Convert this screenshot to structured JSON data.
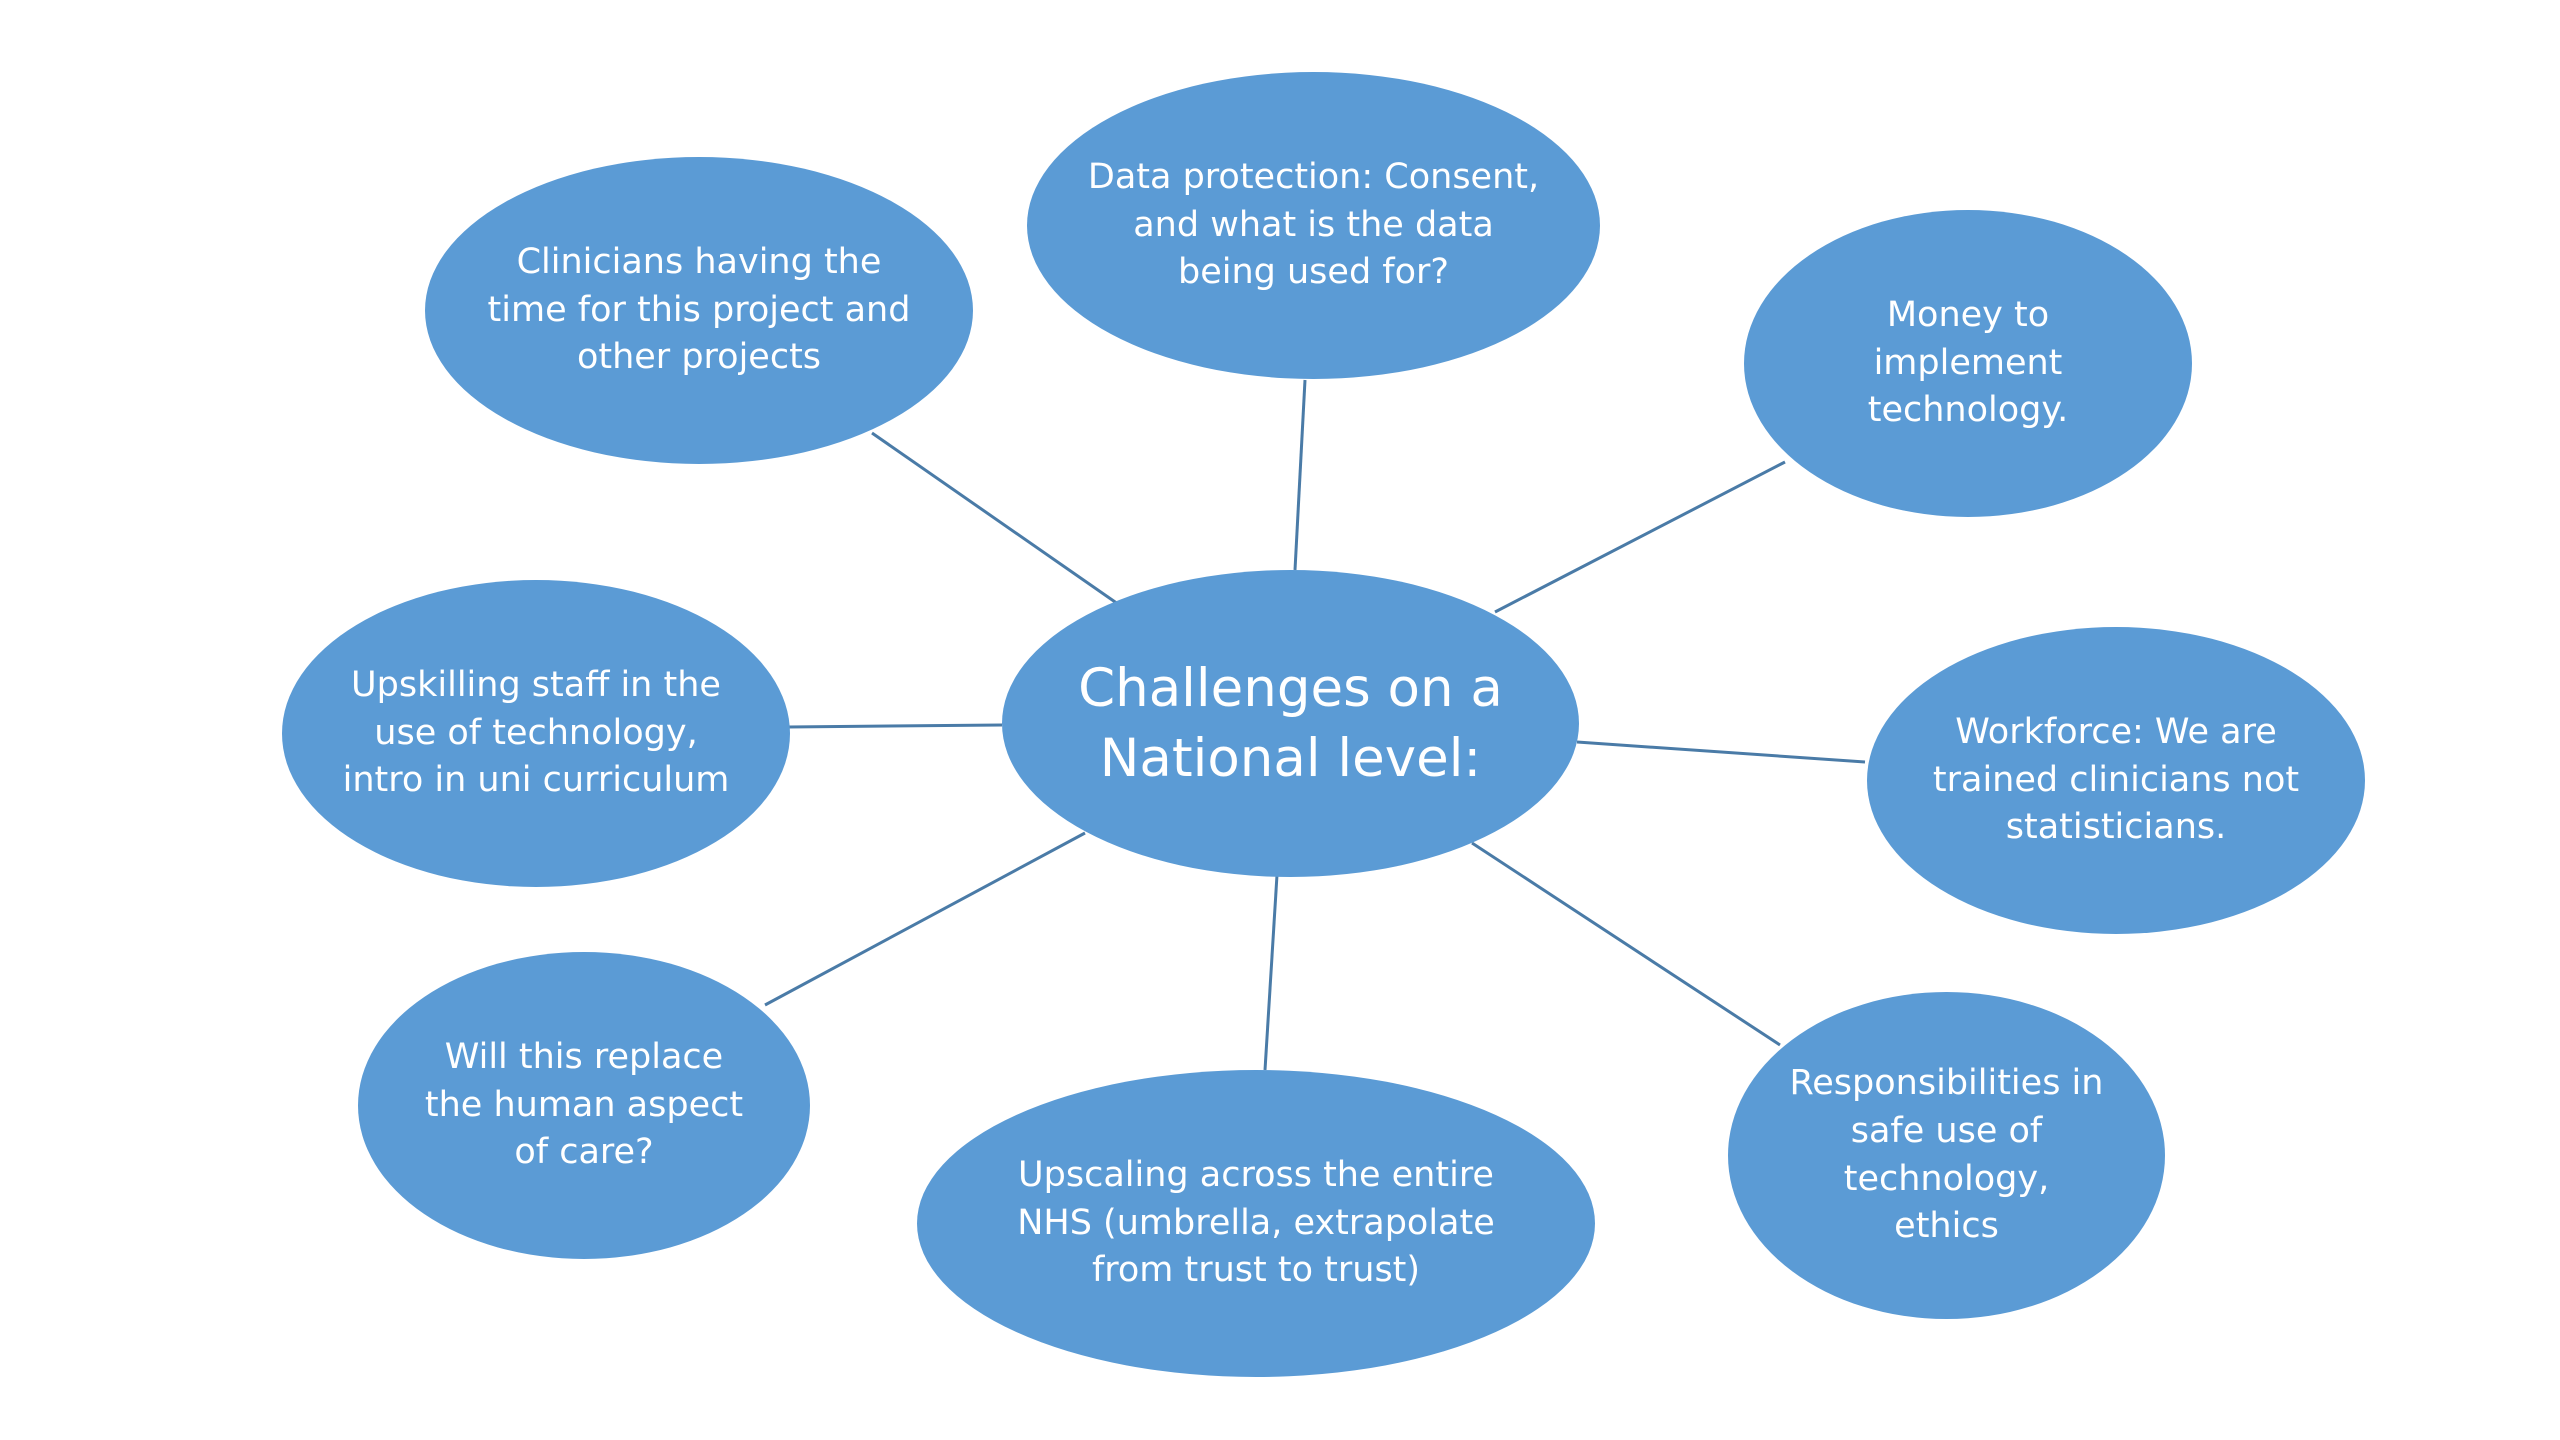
{
  "colors": {
    "bubble_fill": "#5b9bd5",
    "connector_stroke": "#4a7ba7",
    "background": "#ffffff"
  },
  "diagram": {
    "center": {
      "label": "Challenges on a National level:"
    },
    "nodes": [
      {
        "id": "clinicians-time",
        "label": "Clinicians having the time for this project and other projects"
      },
      {
        "id": "data-protection",
        "label": "Data protection: Consent, and what is the data being used for?"
      },
      {
        "id": "money",
        "label": "Money to implement technology."
      },
      {
        "id": "upskilling",
        "label": "Upskilling staff in the use of technology, intro in uni curriculum"
      },
      {
        "id": "workforce",
        "label": "Workforce: We are trained clinicians not statisticians."
      },
      {
        "id": "human-aspect",
        "label": "Will this replace the human aspect of care?"
      },
      {
        "id": "upscaling",
        "label": "Upscaling across the entire NHS (umbrella, extrapolate from trust to trust)"
      },
      {
        "id": "responsibilities",
        "label": "Responsibilities in safe use of technology, ethics"
      }
    ]
  }
}
